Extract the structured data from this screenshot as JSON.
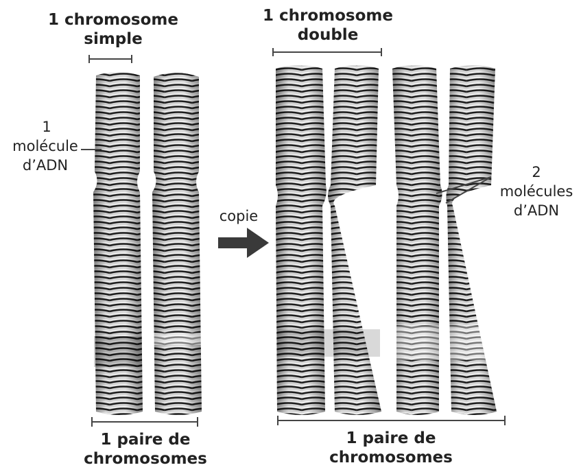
{
  "labels": {
    "simple_title_1": "1 chromosome",
    "simple_title_2": "simple",
    "double_title_1": "1 chromosome",
    "double_title_2": "double",
    "dna_left_1": "1",
    "dna_left_2": "molécule",
    "dna_left_3": "d’ADN",
    "copy": "copie",
    "dna_right_1": "2",
    "dna_right_2": "molécules",
    "dna_right_3": "d’ADN",
    "pair_left_1": "1 paire de",
    "pair_left_2": "chromosomes",
    "pair_right_1": "1 paire de",
    "pair_right_2": "chromosomes"
  },
  "colors": {
    "coil_dark": "#222222",
    "coil_light": "#cfcfcf",
    "arrow": "#3a3a3a",
    "lines": "#444444"
  },
  "icons": {
    "copy_arrow": "arrow-right-icon"
  }
}
